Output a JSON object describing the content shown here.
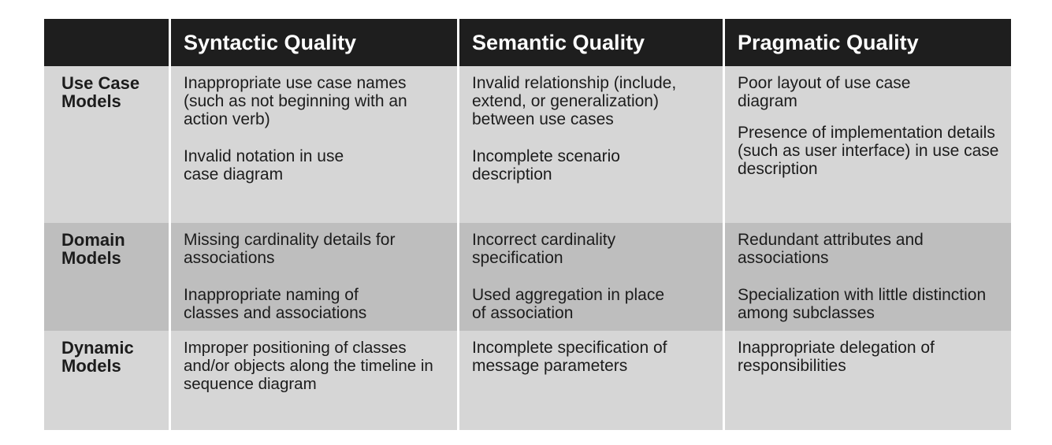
{
  "header": {
    "col1": "",
    "col2": "Syntactic Quality",
    "col3": "Semantic Quality",
    "col4": "Pragmatic Quality"
  },
  "rows": [
    {
      "label_line1": "Use Case",
      "label_line2": "Models",
      "syntactic": [
        "Inappropriate use case names (such as not beginning with an action verb)",
        "Invalid notation in use case diagram"
      ],
      "semantic": [
        "Invalid relationship (include, extend, or generalization) between use cases",
        "Incomplete scenario description"
      ],
      "pragmatic": [
        "Poor layout of use case diagram",
        "Presence of implementation details (such as user interface) in use case description"
      ]
    },
    {
      "label_line1": "Domain",
      "label_line2": "Models",
      "syntactic": [
        "Missing cardinality details for associations",
        "Inappropriate naming of classes and associations"
      ],
      "semantic": [
        "Incorrect cardinality specification",
        "Used aggregation in place of association"
      ],
      "pragmatic": [
        "Redundant attributes and associations",
        "Specialization with little distinction among subclasses"
      ]
    },
    {
      "label_line1": "Dynamic",
      "label_line2": "Models",
      "syntactic": [
        "Improper positioning of classes and/or objects along the timeline in sequence diagram"
      ],
      "semantic": [
        "Incomplete specification of message parameters"
      ],
      "pragmatic": [
        "Inappropriate delegation of responsibilities"
      ]
    }
  ]
}
